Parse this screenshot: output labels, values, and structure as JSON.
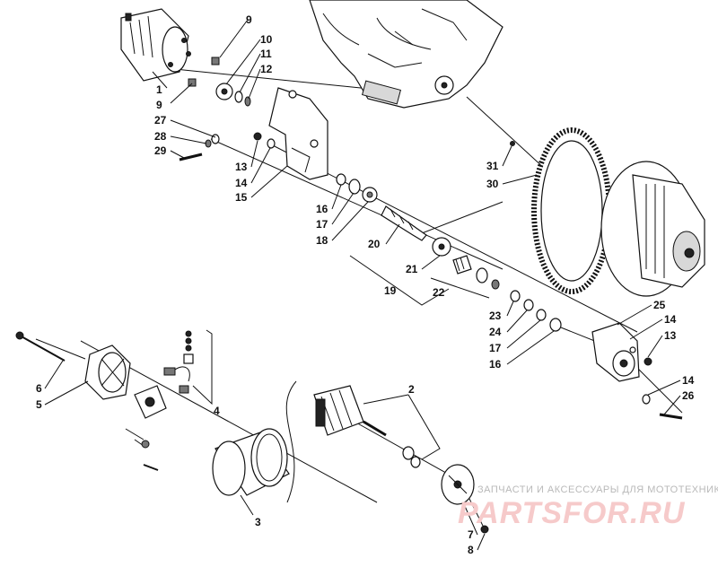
{
  "callouts": [
    {
      "id": "c1",
      "text": "1"
    },
    {
      "id": "c9a",
      "text": "9"
    },
    {
      "id": "c9b",
      "text": "9"
    },
    {
      "id": "c10",
      "text": "10"
    },
    {
      "id": "c11",
      "text": "11"
    },
    {
      "id": "c12",
      "text": "12"
    },
    {
      "id": "c27",
      "text": "27"
    },
    {
      "id": "c28",
      "text": "28"
    },
    {
      "id": "c29",
      "text": "29"
    },
    {
      "id": "c13a",
      "text": "13"
    },
    {
      "id": "c14a",
      "text": "14"
    },
    {
      "id": "c15",
      "text": "15"
    },
    {
      "id": "c16a",
      "text": "16"
    },
    {
      "id": "c17a",
      "text": "17"
    },
    {
      "id": "c18",
      "text": "18"
    },
    {
      "id": "c20",
      "text": "20"
    },
    {
      "id": "c21",
      "text": "21"
    },
    {
      "id": "c19",
      "text": "19"
    },
    {
      "id": "c22",
      "text": "22"
    },
    {
      "id": "c23",
      "text": "23"
    },
    {
      "id": "c24",
      "text": "24"
    },
    {
      "id": "c17b",
      "text": "17"
    },
    {
      "id": "c16b",
      "text": "16"
    },
    {
      "id": "c25",
      "text": "25"
    },
    {
      "id": "c14b",
      "text": "14"
    },
    {
      "id": "c13b",
      "text": "13"
    },
    {
      "id": "c14c",
      "text": "14"
    },
    {
      "id": "c26",
      "text": "26"
    },
    {
      "id": "c31",
      "text": "31"
    },
    {
      "id": "c30",
      "text": "30"
    },
    {
      "id": "c6",
      "text": "6"
    },
    {
      "id": "c5",
      "text": "5"
    },
    {
      "id": "c4",
      "text": "4"
    },
    {
      "id": "c3",
      "text": "3"
    },
    {
      "id": "c2",
      "text": "2"
    },
    {
      "id": "c7",
      "text": "7"
    },
    {
      "id": "c8",
      "text": "8"
    }
  ],
  "watermark": {
    "tagline": "ЗАПЧАСТИ И АКСЕССУАРЫ ДЛЯ МОТОТЕХНИКИ",
    "logo": "PARTSFOR.RU"
  },
  "colors": {
    "line": "#111111",
    "watermark_text": "#b9b9b9",
    "watermark_logo": "#f6caca"
  }
}
